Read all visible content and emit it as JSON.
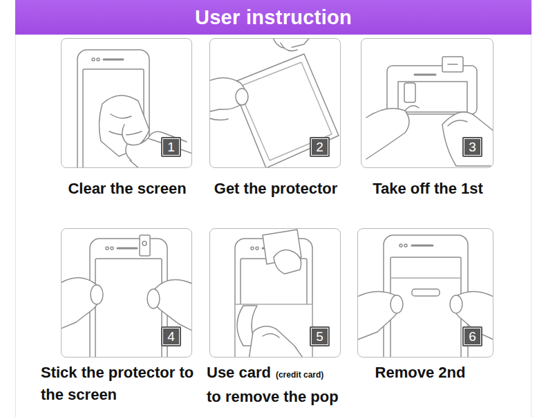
{
  "diagram": {
    "title": "User instruction",
    "nodes": [
      {
        "text": [
          "Clear the screen"
        ]
      },
      {
        "text": [
          "1"
        ],
        "in": 0
      },
      {
        "text": [
          "Get the protector"
        ]
      },
      {
        "text": [
          "2"
        ],
        "in": 2
      },
      {
        "text": [
          "Take off the 1st"
        ]
      },
      {
        "text": [
          "3"
        ],
        "in": 4
      },
      {
        "text": [
          "Stick the protector to the screen"
        ]
      },
      {
        "text": [
          "4"
        ],
        "in": 6
      },
      {
        "text": [
          "Use card",
          "(credit card)",
          "to remove the pop"
        ]
      },
      {
        "text": [
          "5"
        ],
        "in": 8
      },
      {
        "text": [
          "Remove 2nd"
        ]
      },
      {
        "text": [
          "6"
        ],
        "in": 10
      }
    ]
  }
}
